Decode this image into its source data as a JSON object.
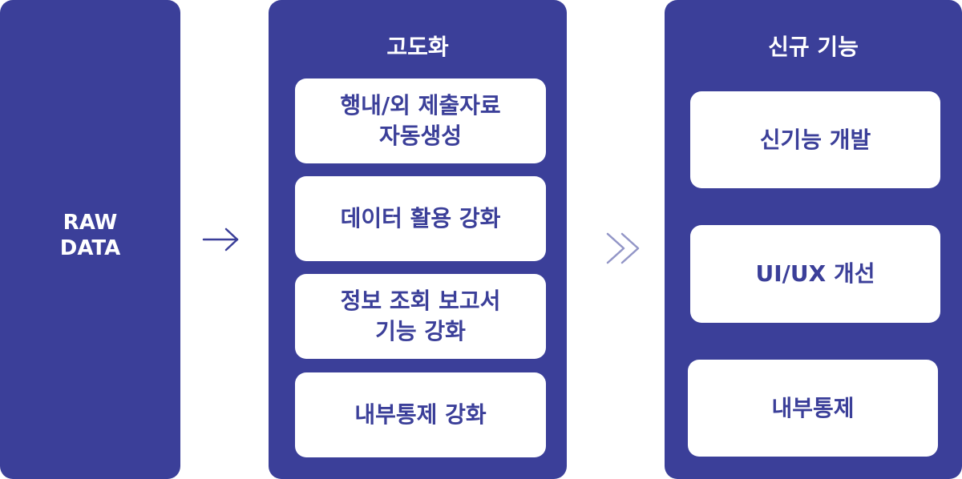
{
  "colors": {
    "panel": "#3b3f99",
    "card": "#ffffff",
    "card_text": "#3b3f99",
    "arrow": "#3b3f99"
  },
  "raw": {
    "lines": [
      "RAW",
      "DATA"
    ]
  },
  "arrows": {
    "single": "single-right-arrow-icon",
    "double": "double-chevron-right-icon"
  },
  "enhancement": {
    "title": "고도화",
    "items": [
      {
        "lines": [
          "행내/외 제출자료",
          "자동생성"
        ]
      },
      {
        "lines": [
          "데이터 활용 강화"
        ]
      },
      {
        "lines": [
          "정보 조회 보고서",
          "기능 강화"
        ]
      },
      {
        "lines": [
          "내부통제 강화"
        ]
      }
    ]
  },
  "new_features": {
    "title": "신규 기능",
    "items": [
      {
        "lines": [
          "신기능 개발"
        ]
      },
      {
        "lines": [
          "UI/UX 개선"
        ]
      },
      {
        "lines": [
          "내부통제"
        ]
      }
    ]
  }
}
